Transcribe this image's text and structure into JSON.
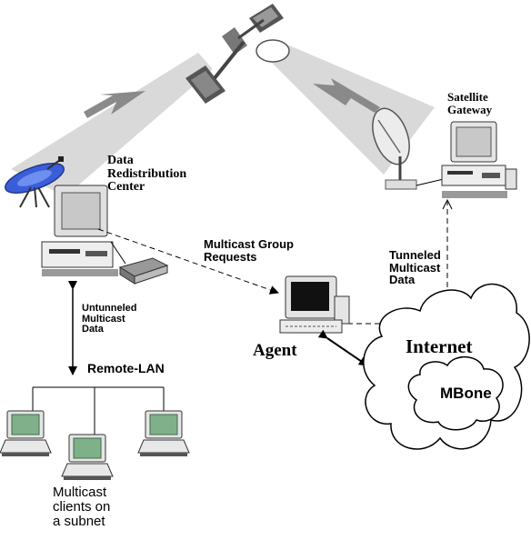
{
  "labels": {
    "satellite_gateway": [
      "Satellite",
      "Gateway"
    ],
    "data_redistribution_center": [
      "Data",
      "Redistribution",
      "Center"
    ],
    "multicast_group_requests": [
      "Multicast Group",
      "Requests"
    ],
    "tunneled_multicast_data": [
      "Tunneled",
      "Multicast",
      "Data"
    ],
    "untunneled_multicast_data": [
      "Untunneled",
      "Multicast",
      "Data"
    ],
    "agent": "Agent",
    "internet": "Internet",
    "mbone": "MBone",
    "remote_lan": "Remote-LAN",
    "multicast_clients": [
      "Multicast",
      "clients on",
      "a subnet"
    ]
  },
  "colors": {
    "beam": "#d4d4d4",
    "beam_arrow": "#8a8a8a",
    "screen": "#c8c8c8",
    "client_screen": "#7fb08a",
    "dish_blue": "#3a5ed8",
    "line": "#000000"
  },
  "icons": {
    "satellite": "satellite-icon",
    "receiver_dish": "satellite-dish-icon",
    "uplink_dish": "uplink-dish-icon",
    "workstation": "workstation-icon",
    "hub": "network-hub-icon",
    "cloud": "cloud-icon",
    "laptop": "laptop-icon"
  }
}
